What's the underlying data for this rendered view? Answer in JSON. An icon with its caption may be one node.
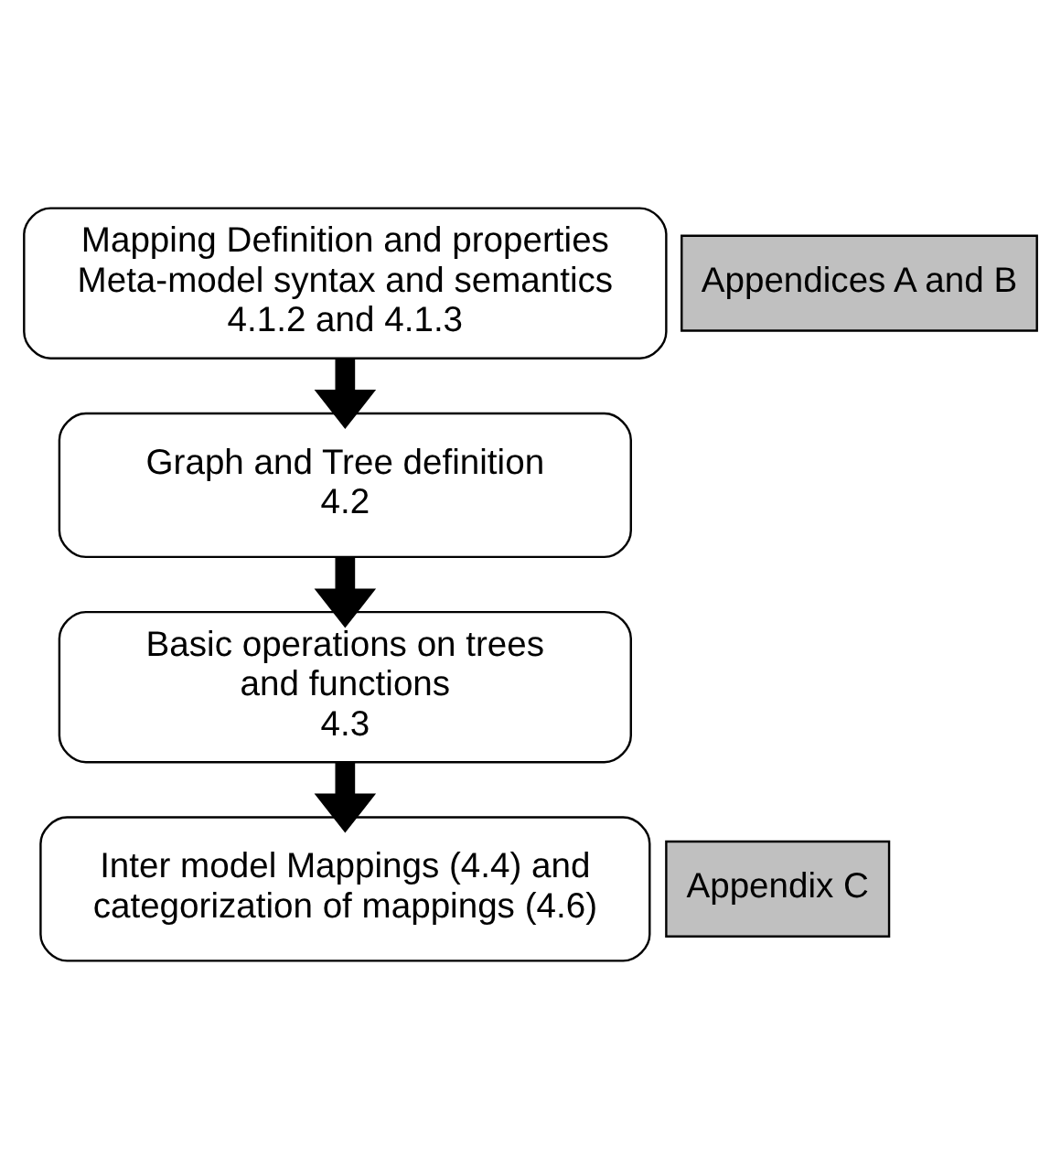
{
  "diagram": {
    "nodes": [
      {
        "text": [
          "Mapping Definition and properties",
          "Meta-model syntax and semantics",
          "4.1.2 and 4.1.3"
        ]
      },
      {
        "text": [
          "Appendices A and B"
        ]
      },
      {
        "text": [
          "Graph and Tree definition",
          "4.2"
        ]
      },
      {
        "text": [
          "Basic operations on trees and functions",
          "4.3"
        ]
      },
      {
        "text": [
          "Inter model Mappings (4.4) and categorization of mappings (4.6)"
        ]
      },
      {
        "text": [
          "Appendix C"
        ]
      }
    ],
    "edges": [
      {
        "from": 0,
        "to": 2,
        "arrow": "to"
      },
      {
        "from": 2,
        "to": 3,
        "arrow": "to"
      },
      {
        "from": 3,
        "to": 4,
        "arrow": "to"
      }
    ]
  }
}
